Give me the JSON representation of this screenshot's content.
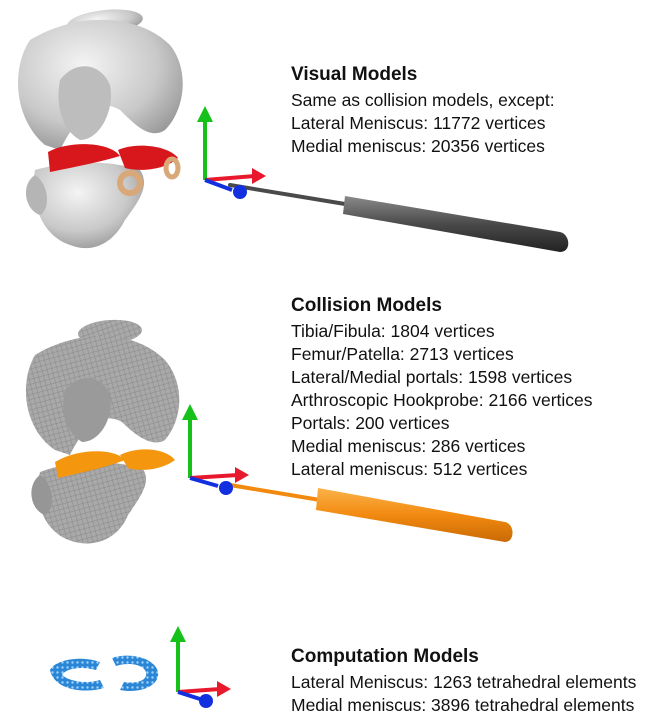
{
  "panels": [
    {
      "title": "Visual Models",
      "lines": [
        "Same as collision models, except:",
        "Lateral Meniscus: 11772 vertices",
        "Medial meniscus: 20356 vertices"
      ]
    },
    {
      "title": "Collision Models",
      "lines": [
        "Tibia/Fibula: 1804 vertices",
        "Femur/Patella: 2713 vertices",
        "Lateral/Medial portals: 1598 vertices",
        "Arthroscopic Hookprobe: 2166 vertices",
        "Portals: 200 vertices",
        "Medial meniscus: 286 vertices",
        "Lateral meniscus: 512 vertices"
      ]
    },
    {
      "title": "Computation Models",
      "lines": [
        "Lateral Meniscus: 1263 tetrahedral elements",
        "Medial meniscus: 3896 tetrahedral elements"
      ]
    }
  ],
  "colors": {
    "axis_x": "#e8192c",
    "axis_y": "#16c21a",
    "axis_z": "#1230e0",
    "bone_visual": "#cfcfcf",
    "meniscus_visual": "#d8171c",
    "portal_ring": "#d9a878",
    "probe_visual": "#4a4a4a",
    "bone_collision": "#a9a9a9",
    "meniscus_collision": "#f5960f",
    "probe_collision": "#f28a10",
    "meniscus_computation": "#2b86d6"
  }
}
